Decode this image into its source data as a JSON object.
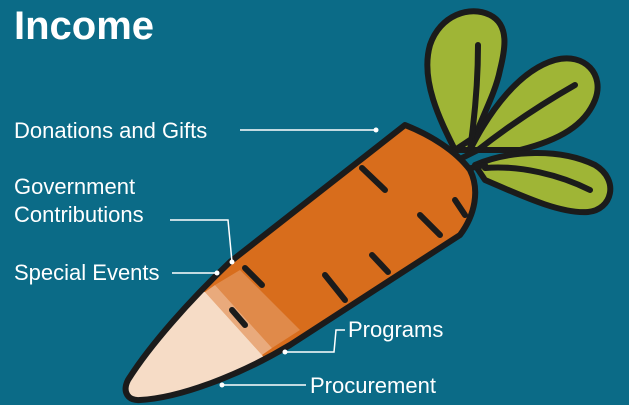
{
  "title": "Income",
  "chart_data": {
    "type": "pie",
    "title": "Income",
    "categories": [
      "Donations and Gifts",
      "Government Contributions",
      "Special Events",
      "Programs",
      "Procurement"
    ],
    "labels": {
      "donations": "Donations and Gifts",
      "government_line1": "Government",
      "government_line2": "Contributions",
      "special_events": "Special Events",
      "programs": "Programs",
      "procurement": "Procurement"
    },
    "colors": {
      "background": "#0b6b87",
      "carrot_body": "#d86d1c",
      "band_1": "#e08a4a",
      "band_2": "#e9aa7c",
      "tip": "#f6dcc6",
      "greens": "#9fb536",
      "outline": "#1b1b1b"
    }
  }
}
